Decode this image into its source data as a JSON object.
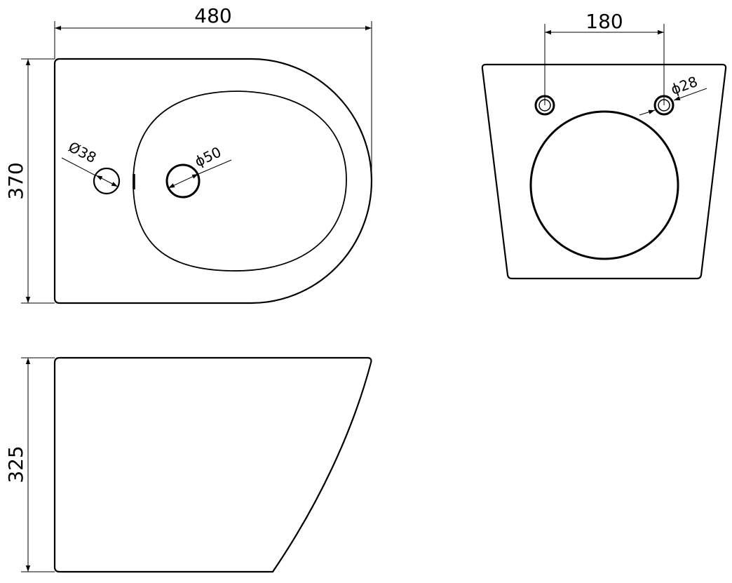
{
  "top_view": {
    "width_dim": "480",
    "depth_dim": "370",
    "tap_hole_dim": "Ø38",
    "drain_dim": "ϕ50"
  },
  "rear_view": {
    "spacing_dim": "180",
    "fixing_hole_dim": "ϕ28"
  },
  "side_view": {
    "height_dim": "325"
  }
}
